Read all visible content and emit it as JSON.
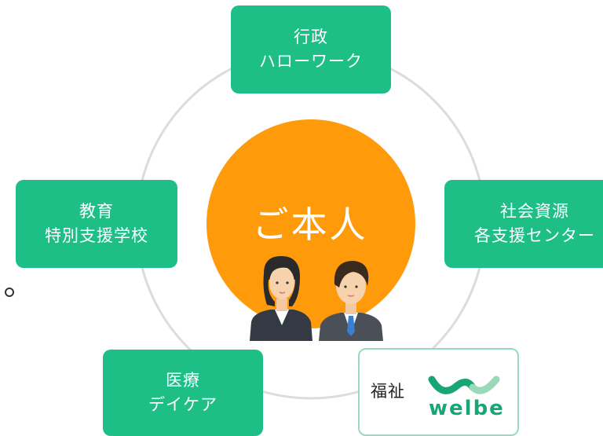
{
  "center": {
    "label": "ご本人"
  },
  "nodes": {
    "admin": {
      "line1": "行政",
      "line2": "ハローワーク"
    },
    "education": {
      "line1": "教育",
      "line2": "特別支援学校"
    },
    "social": {
      "line1": "社会資源",
      "line2": "各支援センター"
    },
    "medical": {
      "line1": "医療",
      "line2": "デイケア"
    },
    "welfare": {
      "label": "福祉",
      "logo_text": "welbe"
    }
  },
  "colors": {
    "node_green": "#1dbf87",
    "center_orange": "#ff9a0a",
    "ring_gray": "#dcdcdc",
    "logo_green": "#18a774"
  }
}
